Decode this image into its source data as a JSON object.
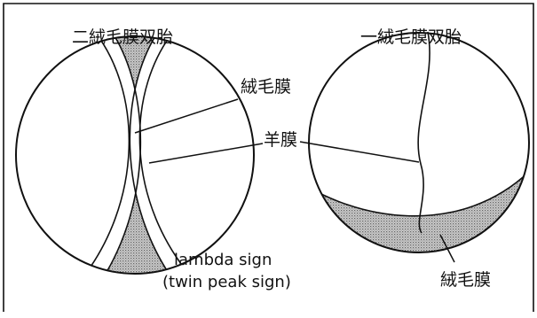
{
  "left_diagram": {
    "title": "二絨毛膜双胎",
    "label_chorion": "絨毛膜",
    "label_amnion": "羊膜",
    "label_sign_line1": "lambda sign",
    "label_sign_line2": "(twin peak sign)"
  },
  "right_diagram": {
    "title": "一絨毛膜双胎",
    "label_chorion": "絨毛膜"
  },
  "colors": {
    "line": "#111111",
    "stipple_dot": "#666666",
    "stipple_bg": "#cfcfcf",
    "background": "#ffffff"
  }
}
